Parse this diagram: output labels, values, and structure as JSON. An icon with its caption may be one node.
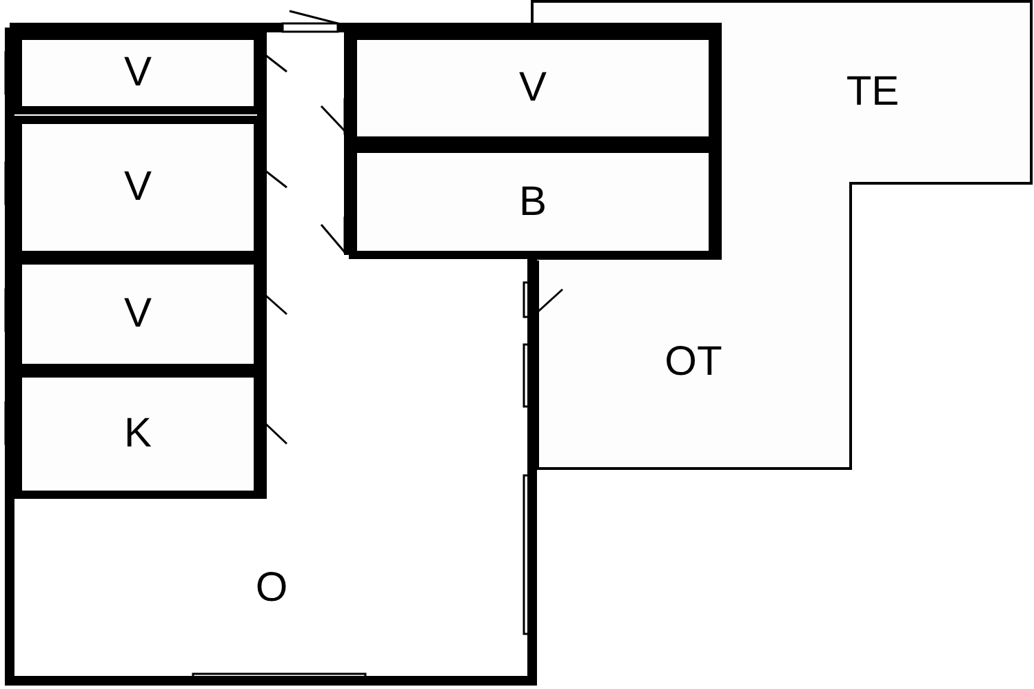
{
  "diagram": {
    "nodes": [
      {
        "text": [
          "V"
        ]
      },
      {
        "text": [
          "V"
        ]
      },
      {
        "text": [
          "V"
        ]
      },
      {
        "text": [
          "K"
        ]
      },
      {
        "text": [
          "V"
        ]
      },
      {
        "text": [
          "B"
        ]
      },
      {
        "text": [
          "TE"
        ]
      },
      {
        "text": [
          "OT"
        ]
      },
      {
        "text": [
          "O"
        ]
      }
    ],
    "edges": []
  }
}
